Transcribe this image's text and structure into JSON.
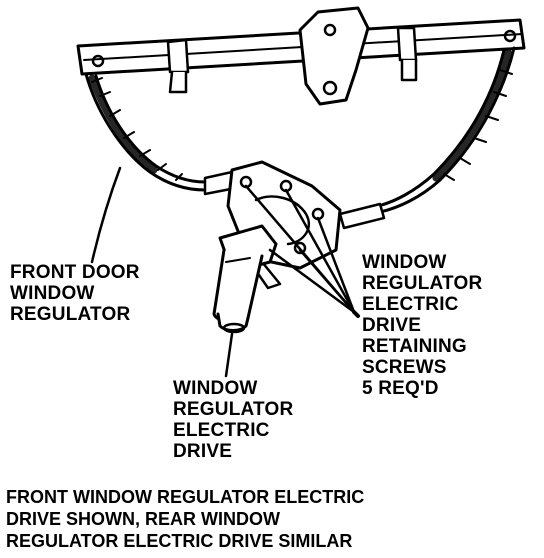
{
  "labels": {
    "front_door_window_regulator": [
      "FRONT DOOR",
      "WINDOW",
      "REGULATOR"
    ],
    "window_regulator_electric_drive": [
      "WINDOW",
      "REGULATOR",
      "ELECTRIC",
      "DRIVE"
    ],
    "retaining_screws": [
      "WINDOW",
      "REGULATOR",
      "ELECTRIC",
      "DRIVE",
      "RETAINING",
      "SCREWS",
      "5 REQ'D"
    ]
  },
  "caption": [
    "FRONT WINDOW REGULATOR ELECTRIC",
    "DRIVE SHOWN, REAR WINDOW",
    "REGULATOR ELECTRIC DRIVE SIMILAR"
  ],
  "colors": {
    "ink": "#000000",
    "paper": "#ffffff"
  }
}
